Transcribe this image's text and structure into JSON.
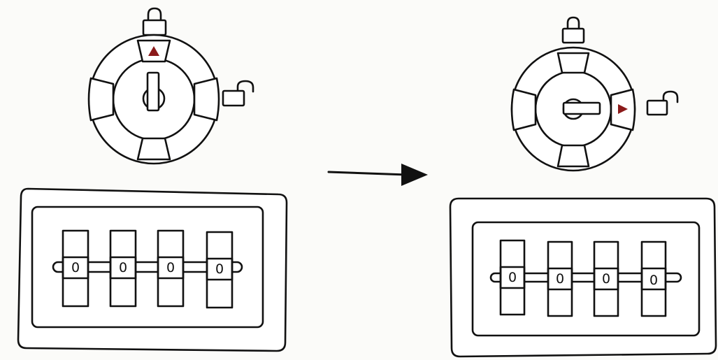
{
  "colors": {
    "ink": "#111111",
    "paper": "#fbfbf9",
    "pointer": "#8b1a1a"
  },
  "icons": {
    "locked": "padlock-closed-icon",
    "unlocked": "padlock-open-icon",
    "arrow": "right-arrow-icon"
  },
  "before": {
    "dial": {
      "pointer_at": "locked",
      "pointer_direction": "up",
      "knob_orientation": "vertical"
    },
    "combination": [
      "0",
      "0",
      "0",
      "0"
    ]
  },
  "after": {
    "dial": {
      "pointer_at": "unlocked",
      "pointer_direction": "right",
      "knob_orientation": "horizontal"
    },
    "combination": [
      "0",
      "0",
      "0",
      "0"
    ]
  }
}
